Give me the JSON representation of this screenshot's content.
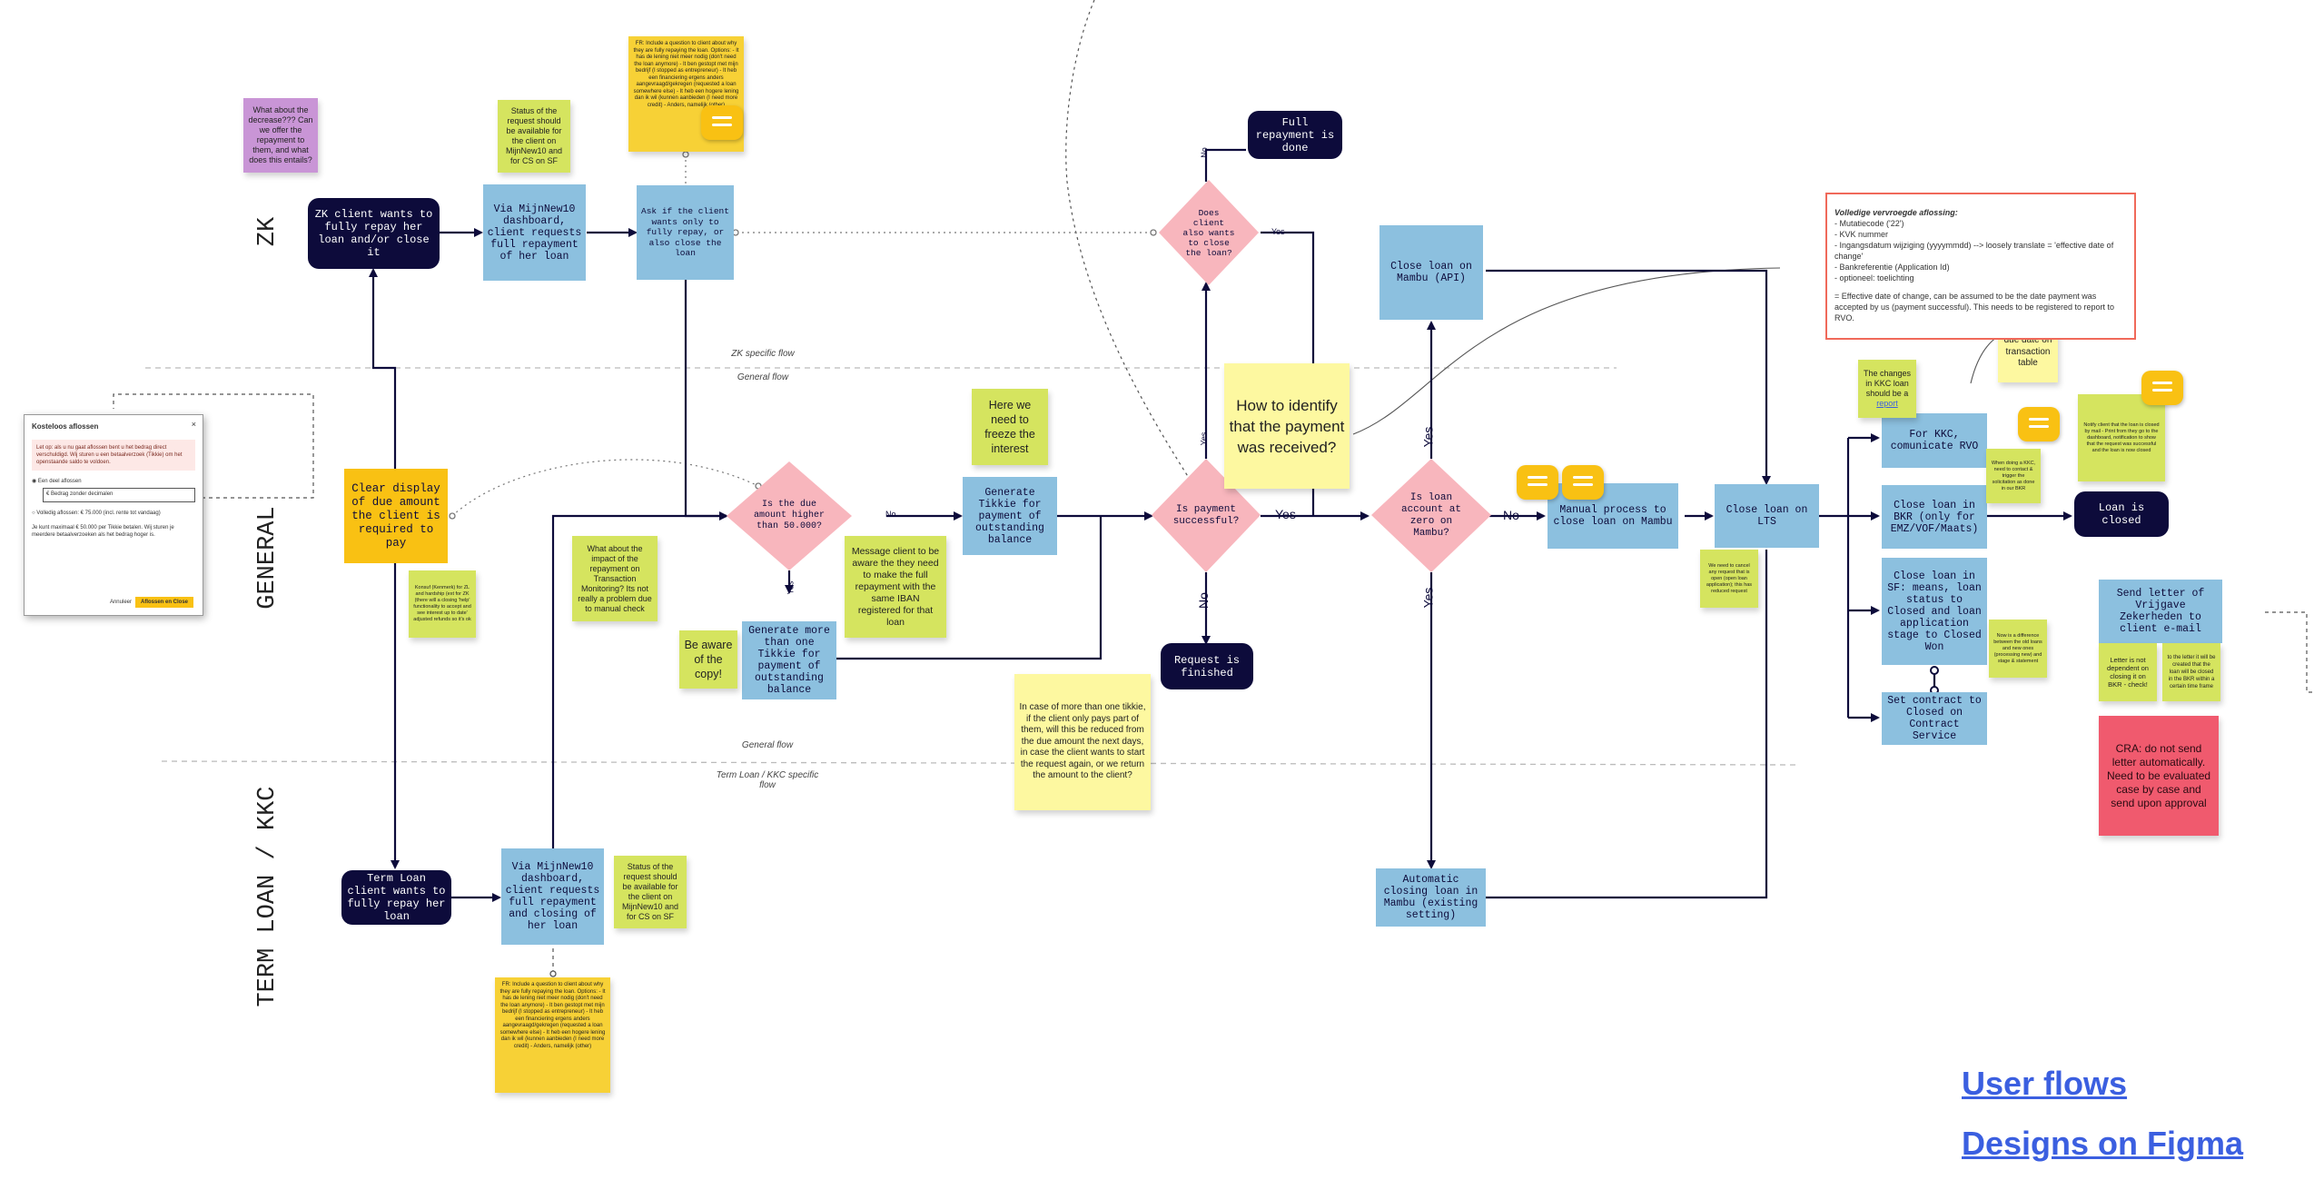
{
  "lanes": {
    "zk": "ZK",
    "general": "GENERAL",
    "term": "TERM LOAN / KKC"
  },
  "flow_labels": {
    "zk_specific": "ZK specific flow",
    "general_1": "General flow",
    "general_2": "General flow",
    "term_specific": "Term Loan / KKC specific flow"
  },
  "nodes": {
    "zk_client": "ZK client wants to fully repay her loan and/or close it",
    "via_mijnnew10_zk": "Via MijnNew10 dashboard, client requests full repayment of her loan",
    "ask_client_close": "Ask if the client wants only to fully repay, or also close the loan",
    "full_repayment_done": "Full repayment is done",
    "close_loan_mambu_api": "Close loan on Mambu (API)",
    "clear_display": "Clear display of due amount the client is required to pay",
    "generate_tikkie": "Generate Tikkie for payment of outstanding balance",
    "generate_more_tikkie": "Generate more than one Tikkie for payment of outstanding balance",
    "request_finished": "Request is finished",
    "manual_process": "Manual process to close loan on Mambu",
    "close_loan_lts": "Close loan on LTS",
    "for_kkc": "For KKC, comunicate RVO",
    "close_bkr": "Close loan in BKR (only for EMZ/VOF/Maats)",
    "loan_closed": "Loan is closed",
    "close_sf": "Close loan in SF: means, loan status to Closed and loan application stage to Closed Won",
    "set_contract": "Set contract to Closed on Contract Service",
    "send_letter": "Send letter of Vrijgave Zekerheden to client e-mail",
    "term_client": "Term Loan client wants to fully repay her loan",
    "via_mijnnew10_term": "Via MijnNew10 dashboard, client requests full repayment and closing of her loan",
    "automatic_closing": "Automatic closing loan in Mambu (existing setting)"
  },
  "decisions": {
    "also_close": "Does client also wants to close the loan?",
    "due_higher": "Is the due amount higher than 50.000?",
    "payment_successful": "Is payment successful?",
    "zero_on_mambu": "Is loan account at zero on Mambu?"
  },
  "edge_labels": {
    "no_1": "No",
    "yes_1": "Yes",
    "no_2": "No",
    "yes_2": "Yes",
    "no_3": "No",
    "yes_3": "Yes",
    "no_4": "No",
    "yes_4": "Yes",
    "no_5": "No",
    "yes_5": "Yes"
  },
  "stickies": {
    "decrease": "What about the decrease??? Can we offer the repayment to them, and what does this entails?",
    "status_zk": "Status of the request should be available for the client on MijnNew10 and for CS on SF",
    "fr_include_top": "FR: Include a question to client about why they are fully repaying the loan. Options: - It has de lening niet meer nodig (don't need the loan anymore) - It ben gestopt met mijn bedrijf (I stopped as entrepreneur) - It heb een financiering ergens anders aangevraagd/gekregen (requested a loan somewhere else) - It heb een hogere lening dan ik wil (kunnen aanbieden (I need more credit) - Anders, namelijk (other)",
    "freeze_interest": "Here we need to freeze the interest",
    "how_identify": "How to identify that the payment was received?",
    "clear_display_note": "Konsuf (Kenmerk) for ZL and hardship (ext for ZK (there will a closing 'help' functionality to accept and see interest up to date' adjusted refunds so it's ok",
    "impact_tm": "What about the impact of the repayment on Transaction Monitoring? Its not really a problem due to manual check",
    "message_client": "Message client to be aware the they need to make the full repayment with the same IBAN registered for that loan",
    "be_aware": "Be aware of the copy!",
    "more_tikkie_note": "In case of more than one tikkie, if the client only pays part of them, will this be reduced from the due amount the next days, in case the client wants to start the request again, or we return the amount to the client?",
    "need_to_cancel": "We need to cancel any request that is open (open loan application); this has reduced request",
    "kkc_changes": "The changes in KKC loan should be a",
    "kkc_changes_link": "report",
    "due_date": "due date on transaction table",
    "when_kkc": "When doing a KKC, need to contact & trigger the solicitation as done in our BKR",
    "notify_client": "Notify client that the loan is closed by mail - Print from they go to the dashboard, notification to show that the request was successful and the loan is now closed",
    "which_is_difference": "Now is a difference between the old loans and new ones (processing new) and stage & statement",
    "letter_not_dependent": "Letter is not dependent on closing it on BKR - check!",
    "letter_sent": "to the letter it will be created that the loan will be closed in the BKR within a certain time frame",
    "cra": "CRA: do not send letter automatically. Need to be evaluated case by case and send upon approval",
    "status_term": "Status of the request should be available for the client on MijnNew10 and for CS on SF",
    "fr_include_bottom": "FR: Include a question to client about why they are fully repaying the loan. Options: - It has de lening niet meer nodig (don't need the loan anymore) - It ben gestopt met mijn bedrijf (I stopped as entrepreneur) - It heb een financiering ergens anders aangevraagd/gekregen (requested a loan somewhere else) - It heb een hogere lening dan ik wil (kunnen aanbieden (I need more credit) - Anders, namelijk (other)"
  },
  "redbox": {
    "title": "Volledige vervroegde aflossing:",
    "lines": [
      "- Mutatiecode ('22')",
      "- KVK nummer",
      "- Ingangsdatum wijziging (yyyymmdd) --> loosely translate = 'effective date of change'",
      "- Bankreferentie (Application Id)",
      "- optioneel: toelichting",
      "= Effective date of change, can be assumed to be the date payment was accepted by us (payment successful). This needs to be registered to report to RVO."
    ]
  },
  "dialog": {
    "title": "Kosteloos aflossen",
    "warning": "Let op: als u nu gaat aflossen bent u het bedrag direct verschuldigd. Wij sturen u een betaalverzoek (Tikkie) om het openstaande saldo te voldoen.",
    "option1": "Een deel aflossen",
    "input_placeholder": "€ Bedrag zonder decimalen",
    "option2": "Volledig aflossen: € 75.000 (incl. rente tot vandaag)",
    "body": "Je kunt maximaal € 50.000 per Tikkie betalen. Wij sturen je meerdere betaalverzoeken als het bedrag hoger is.",
    "cancel": "Annuleer",
    "confirm": "Aflossen en Close",
    "close": "×"
  },
  "links": {
    "user_flows": "User flows",
    "designs": "Designs on Figma"
  },
  "colors": {
    "navy": "#0d0b3b",
    "blue": "#8cc0df",
    "pink": "#f8b6bd",
    "gold": "#f9c113",
    "green_sticky": "#d5e45f",
    "yellow_sticky": "#f7d136",
    "red_sticky": "#f05a6e",
    "link": "#3b5fe0"
  }
}
